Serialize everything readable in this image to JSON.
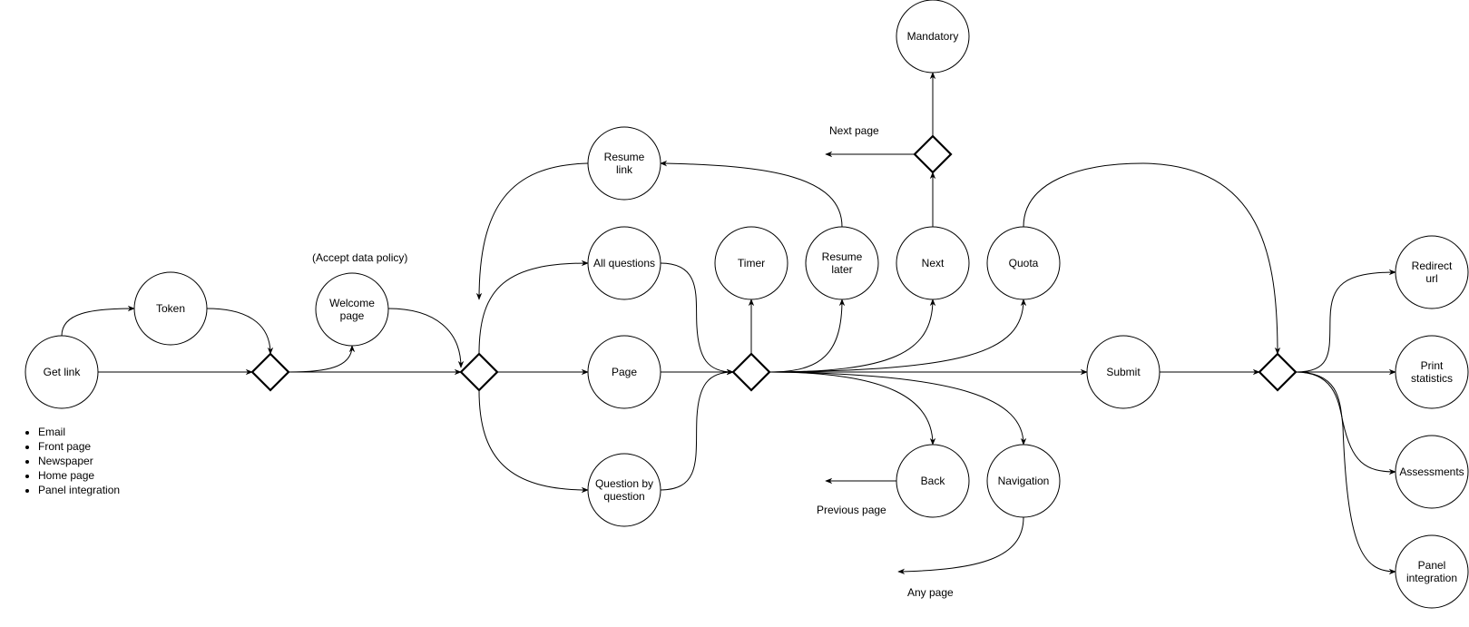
{
  "diagram": {
    "title": "Survey flow",
    "nodes": [
      {
        "id": "get_link",
        "label": [
          "Get link"
        ]
      },
      {
        "id": "token",
        "label": [
          "Token"
        ]
      },
      {
        "id": "welcome_page",
        "label": [
          "Welcome",
          "page"
        ]
      },
      {
        "id": "resume_link",
        "label": [
          "Resume",
          "link"
        ]
      },
      {
        "id": "all_questions",
        "label": [
          "All questions"
        ]
      },
      {
        "id": "page",
        "label": [
          "Page"
        ]
      },
      {
        "id": "question_by_question",
        "label": [
          "Question by",
          "question"
        ]
      },
      {
        "id": "timer",
        "label": [
          "Timer"
        ]
      },
      {
        "id": "resume_later",
        "label": [
          "Resume",
          "later"
        ]
      },
      {
        "id": "next",
        "label": [
          "Next"
        ]
      },
      {
        "id": "quota",
        "label": [
          "Quota"
        ]
      },
      {
        "id": "mandatory",
        "label": [
          "Mandatory"
        ]
      },
      {
        "id": "back",
        "label": [
          "Back"
        ]
      },
      {
        "id": "navigation",
        "label": [
          "Navigation"
        ]
      },
      {
        "id": "submit",
        "label": [
          "Submit"
        ]
      },
      {
        "id": "redirect_url",
        "label": [
          "Redirect",
          "url"
        ]
      },
      {
        "id": "print_statistics",
        "label": [
          "Print",
          "statistics"
        ]
      },
      {
        "id": "assessments",
        "label": [
          "Assessments"
        ]
      },
      {
        "id": "panel_integration",
        "label": [
          "Panel",
          "integration"
        ]
      }
    ],
    "gateways": [
      "gw_access",
      "gw_start",
      "gw_page",
      "gw_next",
      "gw_submit"
    ],
    "edges": [
      {
        "from": "get_link",
        "to": "token"
      },
      {
        "from": "get_link",
        "to": "gw_access"
      },
      {
        "from": "token",
        "to": "gw_access"
      },
      {
        "from": "gw_access",
        "to": "welcome_page"
      },
      {
        "from": "gw_access",
        "to": "gw_start"
      },
      {
        "from": "welcome_page",
        "to": "gw_start"
      },
      {
        "from": "gw_start",
        "to": "all_questions"
      },
      {
        "from": "gw_start",
        "to": "page"
      },
      {
        "from": "gw_start",
        "to": "question_by_question"
      },
      {
        "from": "resume_link",
        "to": "gw_start"
      },
      {
        "from": "all_questions",
        "to": "gw_page"
      },
      {
        "from": "page",
        "to": "gw_page"
      },
      {
        "from": "question_by_question",
        "to": "gw_page"
      },
      {
        "from": "gw_page",
        "to": "timer"
      },
      {
        "from": "gw_page",
        "to": "resume_later"
      },
      {
        "from": "gw_page",
        "to": "next"
      },
      {
        "from": "gw_page",
        "to": "quota"
      },
      {
        "from": "gw_page",
        "to": "submit"
      },
      {
        "from": "gw_page",
        "to": "back"
      },
      {
        "from": "gw_page",
        "to": "navigation"
      },
      {
        "from": "resume_later",
        "to": "resume_link"
      },
      {
        "from": "next",
        "to": "gw_next"
      },
      {
        "from": "gw_next",
        "to": "mandatory"
      },
      {
        "from": "gw_next",
        "to": "next_page"
      },
      {
        "from": "back",
        "to": "previous_page"
      },
      {
        "from": "navigation",
        "to": "any_page"
      },
      {
        "from": "quota",
        "to": "gw_submit"
      },
      {
        "from": "submit",
        "to": "gw_submit"
      },
      {
        "from": "gw_submit",
        "to": "redirect_url"
      },
      {
        "from": "gw_submit",
        "to": "print_statistics"
      },
      {
        "from": "gw_submit",
        "to": "assessments"
      },
      {
        "from": "gw_submit",
        "to": "panel_integration"
      }
    ],
    "annotations": {
      "accept_data_policy": "(Accept data policy)",
      "next_page": "Next page",
      "previous_page": "Previous page",
      "any_page": "Any page"
    },
    "link_sources": [
      "Email",
      "Front page",
      "Newspaper",
      "Home page",
      "Panel integration"
    ]
  }
}
